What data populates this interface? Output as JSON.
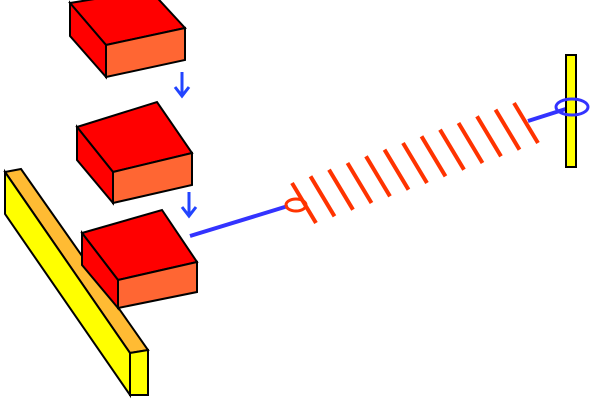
{
  "diagram": {
    "blocks": [
      {
        "id": "block-top",
        "role": "block position 1"
      },
      {
        "id": "block-middle",
        "role": "block position 2"
      },
      {
        "id": "block-bottom",
        "role": "block attached to spring"
      }
    ],
    "arrows": 2,
    "spring": {
      "coils": 13
    },
    "colors": {
      "block_top": "#ff0000",
      "block_front": "#ff6633",
      "spring": "#ff3300",
      "rod": "#3333ff",
      "wall_yellow": "#ffff00",
      "wall_orange": "#ffbb33",
      "outline": "#000000"
    }
  }
}
